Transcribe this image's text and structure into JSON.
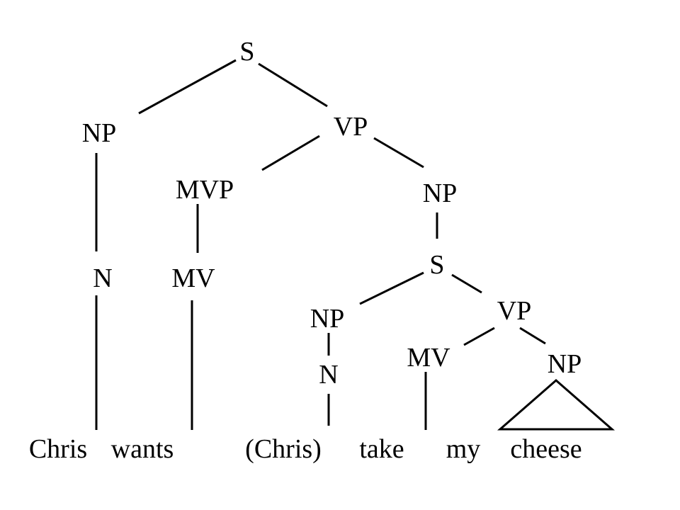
{
  "tree": {
    "root_s": "S",
    "np_subject": "NP",
    "vp_main": "VP",
    "mvp": "MVP",
    "np_object": "NP",
    "n_subject": "N",
    "mv_main": "MV",
    "s_embedded": "S",
    "np_embedded": "NP",
    "vp_embedded": "VP",
    "n_embedded": "N",
    "mv_embedded": "MV",
    "np_embedded_object": "NP"
  },
  "sentence": {
    "word1": "Chris",
    "word2": "wants",
    "word3": "(Chris)",
    "word4": "take",
    "word5": "my",
    "word6": "cheese"
  },
  "colors": {
    "ink": "#000000",
    "background": "#ffffff"
  }
}
